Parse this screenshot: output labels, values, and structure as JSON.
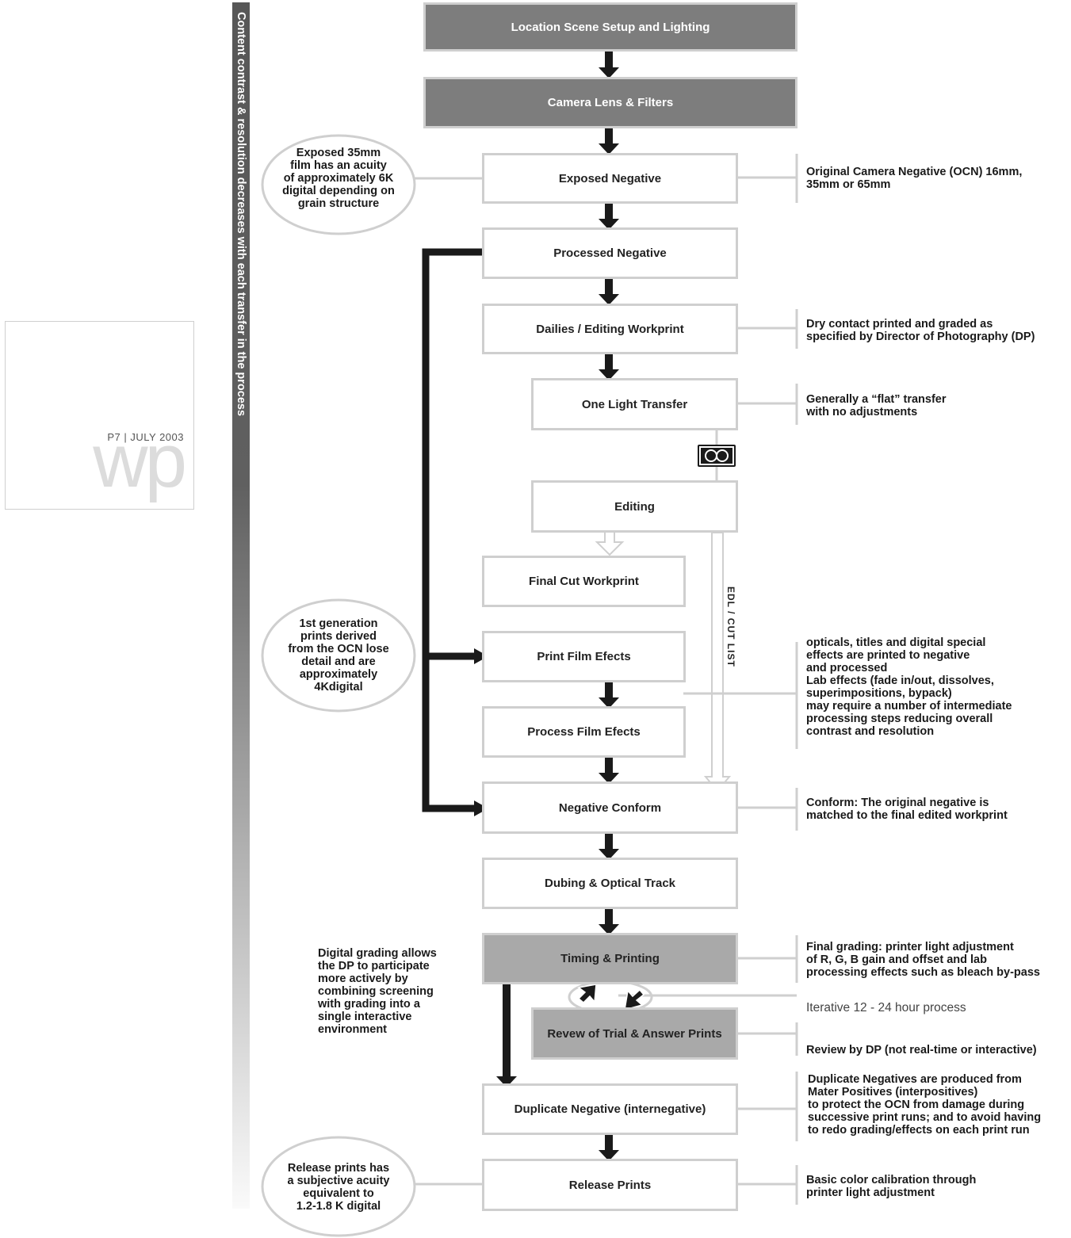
{
  "sidebar": {
    "label": "Content contrast & resolution decreases with each transfer in the process",
    "card_date": "P7 | JULY 2003",
    "card_logo": "wp"
  },
  "boxes": {
    "b1": "Location Scene Setup and Lighting",
    "b2": "Camera Lens & Filters",
    "b3": "Exposed Negative",
    "b4": "Processed Negative",
    "b5": "Dailies / Editing Workprint",
    "b6": "One Light Transfer",
    "b7": "Editing",
    "b8": "Final Cut Workprint",
    "b9": "Print Film Efects",
    "b10": "Process Film Efects",
    "b11": "Negative Conform",
    "b12": "Dubing & Optical Track",
    "b13": "Timing & Printing",
    "b14": "Revew of Trial & Answer Prints",
    "b15": "Duplicate Negative (internegative)",
    "b16": "Release Prints"
  },
  "edl_label": "EDL / CUT LIST",
  "ellipses": {
    "e1": "Exposed 35mm\nfilm has an acuity\nof approximately 6K\ndigital depending on\ngrain structure",
    "e2": "1st generation\nprints derived\nfrom the OCN lose\ndetail and are\napproximately\n4Kdigital",
    "e3": "Release prints has\na subjective acuity\nequivalent to\n1.2-1.8 K digital"
  },
  "left_note": "Digital grading allows\nthe DP to participate\nmore actively by\ncombining screening\nwith grading into a\nsingle interactive\nenvironment",
  "notes": {
    "n1": "Original Camera Negative (OCN) 16mm,\n35mm or 65mm",
    "n2": "Dry contact printed and graded as\nspecified by Director of Photography (DP)",
    "n3": "Generally a “flat” transfer\nwith no adjustments",
    "n4": "opticals, titles and digital special\neffects are printed to negative\nand processed\nLab effects (fade in/out, dissolves,\nsuperimpositions, bypack)\nmay require a number of intermediate\nprocessing steps reducing overall\ncontrast and resolution",
    "n5": "Conform: The original negative is\nmatched to the final edited workprint",
    "n6": "Final grading: printer light adjustment\nof R, G, B gain and offset and lab\nprocessing effects such as bleach by-pass",
    "n7": "Iterative 12 - 24 hour process",
    "n8": "Review by DP (not real-time or interactive)",
    "n9": "Duplicate Negatives are produced from\nMater Positives (interpositives)\nto protect the OCN from damage during\nsuccessive print runs; and to avoid having\nto redo grading/effects on each print run",
    "n10": "Basic color calibration through\nprinter light adjustment"
  },
  "colors": {
    "box_border": "#cfcfcf",
    "dark_box": "#7d7d7d",
    "mid_box": "#a9a9a9",
    "arrow": "#1a1a1a",
    "gradient_top": "#555555",
    "gradient_bottom": "#fafafa"
  }
}
